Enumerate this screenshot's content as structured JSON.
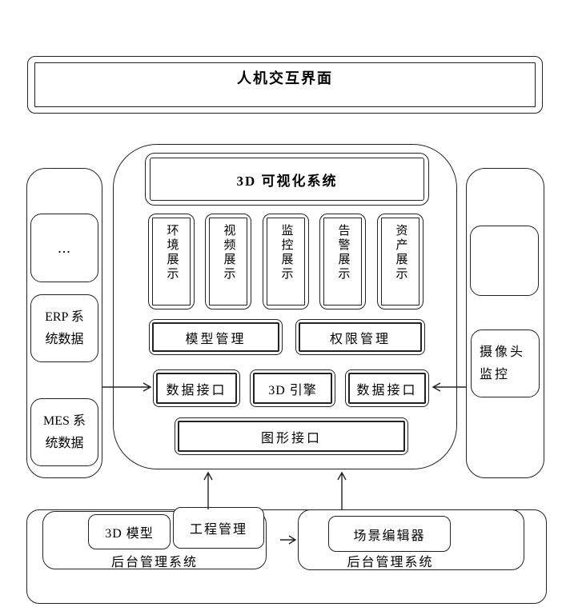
{
  "header": {
    "title": "人机交互界面"
  },
  "sources_panel": {
    "more_label": "...",
    "erp_lines": [
      "ERP 系",
      "统数据"
    ],
    "mes_lines": [
      "MES 系",
      "统数据"
    ]
  },
  "camera_panel": {
    "camera_lines": [
      "摄像头",
      "监控"
    ]
  },
  "core_system": {
    "title": "3D 可视化系统",
    "display_modules": [
      "环境展示",
      "视频展示",
      "监控展示",
      "告警展示",
      "资产展示"
    ],
    "model_management": "模型管理",
    "permission_management": "权限管理",
    "data_interface_left": "数据接口",
    "engine": "3D 引擎",
    "data_interface_right": "数据接口",
    "graphics_interface": "图形接口"
  },
  "backend_left": {
    "label": "后台管理系统",
    "modules": [
      "3D 模型",
      "工程管理"
    ]
  },
  "backend_right": {
    "label": "后台管理系统",
    "module": "场景编辑器"
  },
  "colors": {
    "line": "#222222",
    "text": "#000000",
    "background": "#ffffff"
  }
}
